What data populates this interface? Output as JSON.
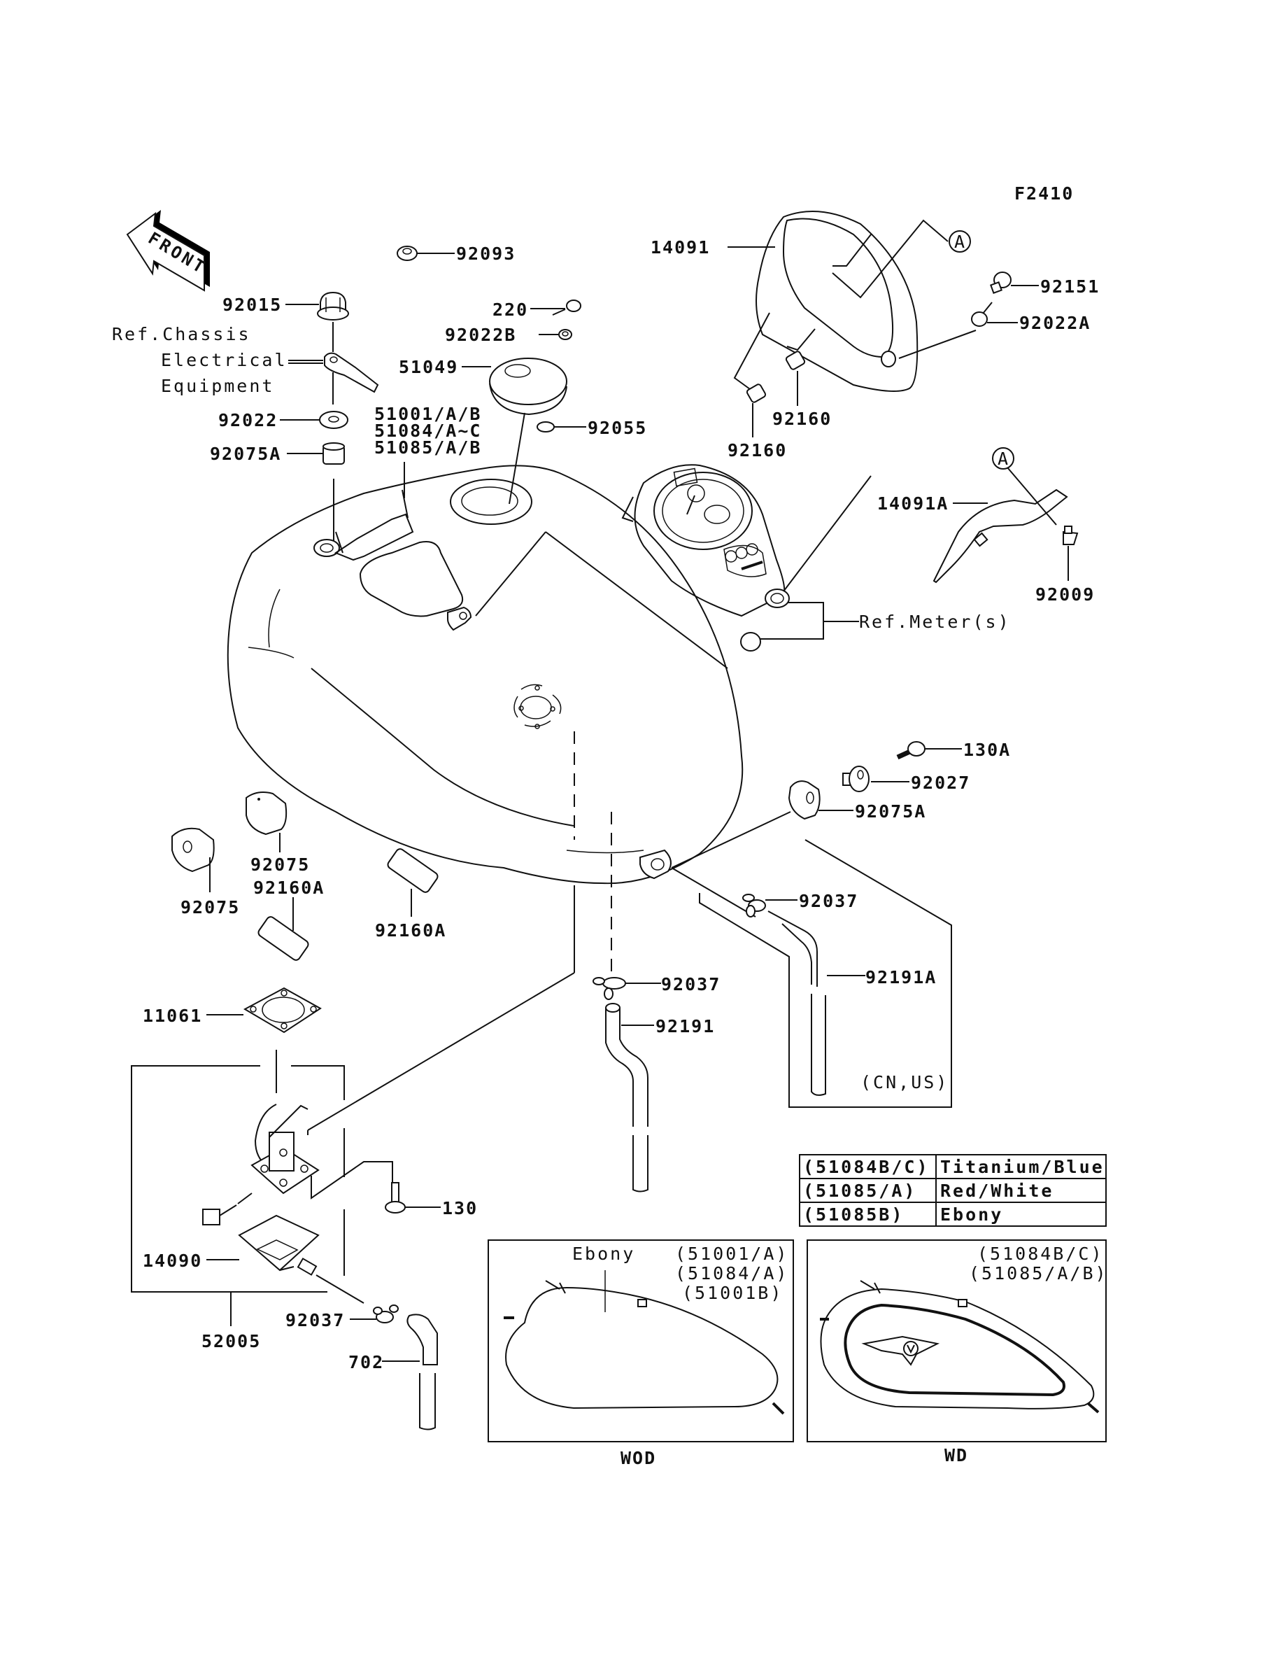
{
  "diagram": {
    "figure_id": "F2410",
    "front_arrow_text": "FRONT",
    "callout_marker": "A",
    "references": {
      "chassis_electrical": [
        "Ref.Chassis",
        "Electrical",
        "Equipment"
      ],
      "meters": "Ref.Meter(s)"
    },
    "parts": {
      "p92093": "92093",
      "p92015": "92015",
      "p220": "220",
      "p92022B": "92022B",
      "p51049": "51049",
      "p92022": "92022",
      "p51001": "51001/A/B",
      "p51084": "51084/A~C",
      "p51085": "51085/A/B",
      "p92055": "92055",
      "p92075A_top": "92075A",
      "p14091": "14091",
      "p92151": "92151",
      "p92022A": "92022A",
      "p92160_a": "92160",
      "p92160_b": "92160",
      "p14091A": "14091A",
      "p92009": "92009",
      "p130A": "130A",
      "p92027": "92027",
      "p92075A_right": "92075A",
      "p92037_right": "92037",
      "p92191A": "92191A",
      "region_cn_us": "(CN,US)",
      "p92075_a": "92075",
      "p92075_b": "92075",
      "p92160A_a": "92160A",
      "p92160A_b": "92160A",
      "p92037_mid": "92037",
      "p92191": "92191",
      "p11061": "11061",
      "p130": "130",
      "p14090": "14090",
      "p52005": "52005",
      "p92037_low": "92037",
      "p702": "702"
    },
    "color_table": {
      "rows": [
        {
          "code": "(51084B/C)",
          "color": "Titanium/Blue"
        },
        {
          "code": "(51085/A)",
          "color": "Red/White"
        },
        {
          "code": "(51085B)",
          "color": "Ebony"
        }
      ]
    },
    "variant_wod": {
      "color_label": "Ebony",
      "codes": [
        "(51001/A)",
        "(51084/A)",
        "(51001B)"
      ],
      "caption": "WOD"
    },
    "variant_wd": {
      "codes": [
        "(51084B/C)",
        "(51085/A/B)"
      ],
      "caption": "WD"
    }
  }
}
